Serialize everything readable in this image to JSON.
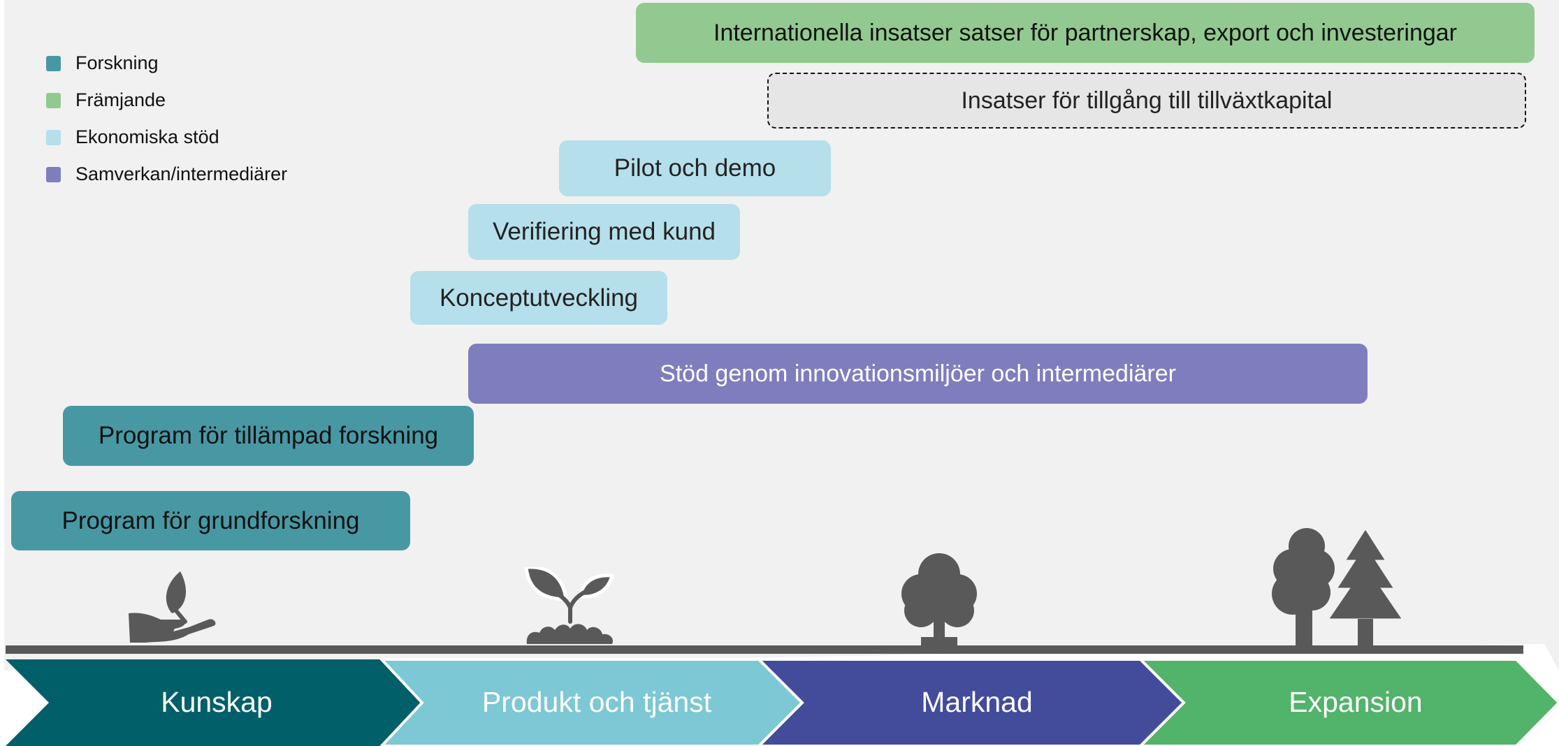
{
  "colors": {
    "forskning": "#4898A4",
    "framjande": "#92C990",
    "ekonomiska_stod": "#B5DFEB",
    "samverkan": "#7E7EBE",
    "background": "#F1F1F1",
    "capital_box": "#E6E6E6",
    "icon_gray": "#595959",
    "stage_kunskap": "#005F69",
    "stage_produkt": "#7CC8D4",
    "stage_marknad": "#434B9B",
    "stage_expansion": "#52B36B"
  },
  "legend": [
    {
      "label": "Forskning",
      "color": "#4898A4"
    },
    {
      "label": "Främjande",
      "color": "#92C990"
    },
    {
      "label": "Ekonomiska stöd",
      "color": "#B5DFEB"
    },
    {
      "label": "Samverkan/intermediärer",
      "color": "#7E7EBE"
    }
  ],
  "bars": {
    "international": "Internationella insatser satser för partnerskap, export och investeringar",
    "capital": "Insatser för tillgång till tillväxtkapital",
    "pilot": "Pilot och demo",
    "verification": "Verifiering med kund",
    "concept": "Konceptutveckling",
    "innovation_support": "Stöd genom innovationsmiljöer och intermediärer",
    "applied_research": "Program för tillämpad forskning",
    "basic_research": "Program för grundforskning"
  },
  "stages": {
    "kunskap": "Kunskap",
    "produkt": "Produkt och tjänst",
    "marknad": "Marknad",
    "expansion": "Expansion"
  },
  "icons": [
    "hand-leaf-icon",
    "seedling-icon",
    "tree-icon",
    "forest-icon"
  ]
}
